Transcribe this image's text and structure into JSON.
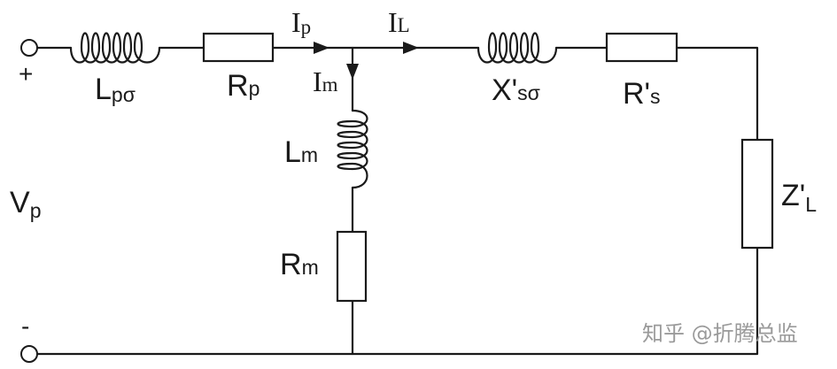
{
  "terminals": {
    "positive": "+",
    "negative": "-"
  },
  "source": {
    "main": "V",
    "sub": "p"
  },
  "components": {
    "primary_inductance": {
      "main": "L",
      "sub": "pσ"
    },
    "primary_resistance": {
      "main": "R",
      "sub": "p"
    },
    "magnetizing_inductance": {
      "main": "L",
      "sub": "m"
    },
    "magnetizing_resistance": {
      "main": "R",
      "sub": "m"
    },
    "secondary_reactance": {
      "main": "X'",
      "sub": "sσ"
    },
    "secondary_resistance": {
      "main": "R'",
      "sub": "s"
    },
    "load_impedance": {
      "main": "Z'",
      "sub": "L"
    }
  },
  "currents": {
    "primary": {
      "main": "I",
      "sub": "p"
    },
    "load": {
      "main": "I",
      "sub": "L"
    },
    "magnetizing": {
      "main": "I",
      "sub": "m"
    }
  },
  "watermark": "知乎 @折腾总监"
}
